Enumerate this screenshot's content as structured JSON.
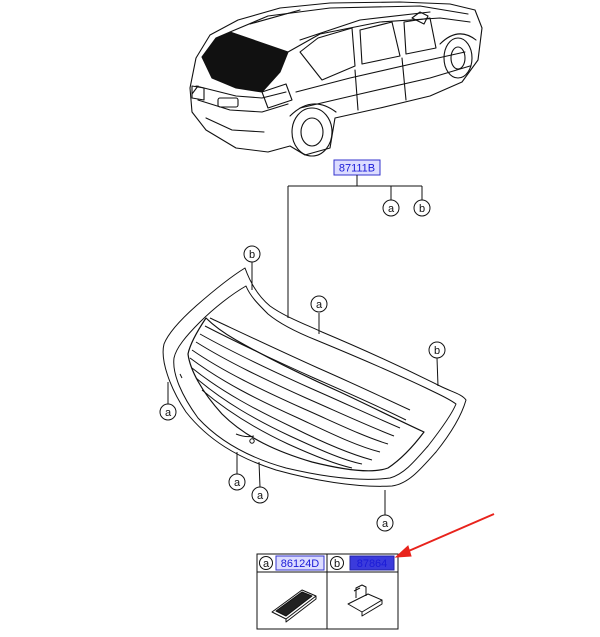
{
  "main_part": {
    "number": "87111B"
  },
  "callouts": {
    "a": "a",
    "b": "b"
  },
  "legend": {
    "a": {
      "letter": "a",
      "part": "86124D"
    },
    "b": {
      "letter": "b",
      "part": "87864"
    }
  },
  "colors": {
    "link_box_fill": "#dcdcff",
    "link_box_border": "#3333cc",
    "selected_fill": "#3b3bdc",
    "arrow": "#e8231c",
    "line": "#111111"
  }
}
